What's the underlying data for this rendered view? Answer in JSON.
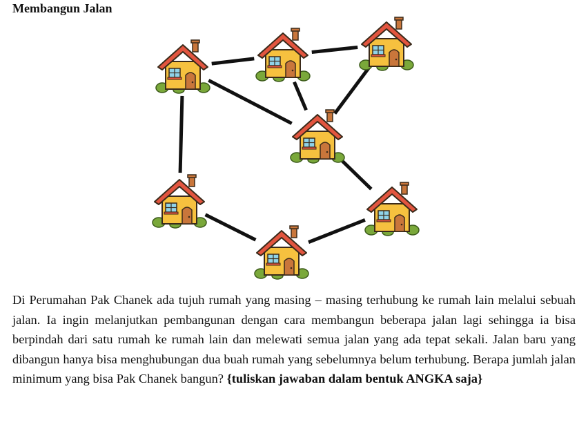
{
  "title": "Membangun Jalan",
  "diagram": {
    "houses": [
      {
        "id": "h1",
        "name": "house-top-left"
      },
      {
        "id": "h2",
        "name": "house-top-middle"
      },
      {
        "id": "h3",
        "name": "house-top-right"
      },
      {
        "id": "h4",
        "name": "house-center"
      },
      {
        "id": "h5",
        "name": "house-middle-left"
      },
      {
        "id": "h6",
        "name": "house-middle-right"
      },
      {
        "id": "h7",
        "name": "house-bottom"
      }
    ],
    "roads": [
      [
        "h1",
        "h2"
      ],
      [
        "h2",
        "h3"
      ],
      [
        "h1",
        "h4"
      ],
      [
        "h2",
        "h4"
      ],
      [
        "h3",
        "h4"
      ],
      [
        "h1",
        "h5"
      ],
      [
        "h4",
        "h6"
      ],
      [
        "h5",
        "h7"
      ],
      [
        "h7",
        "h6"
      ]
    ]
  },
  "question": {
    "text": "Di Perumahan Pak Chanek ada tujuh rumah yang masing – masing terhubung ke rumah lain melalui sebuah jalan. Ia ingin melanjutkan pembangunan dengan cara membangun beberapa jalan lagi sehingga ia bisa berpindah dari satu rumah ke rumah lain dan melewati semua jalan yang ada tepat sekali. Jalan baru yang dibangun hanya bisa menghubungan dua buah rumah yang sebelumnya belum terhubung. Berapa jumlah jalan minimum yang bisa Pak Chanek bangun?",
    "instruction": "{tuliskan jawaban dalam bentuk ANGKA saja}"
  }
}
